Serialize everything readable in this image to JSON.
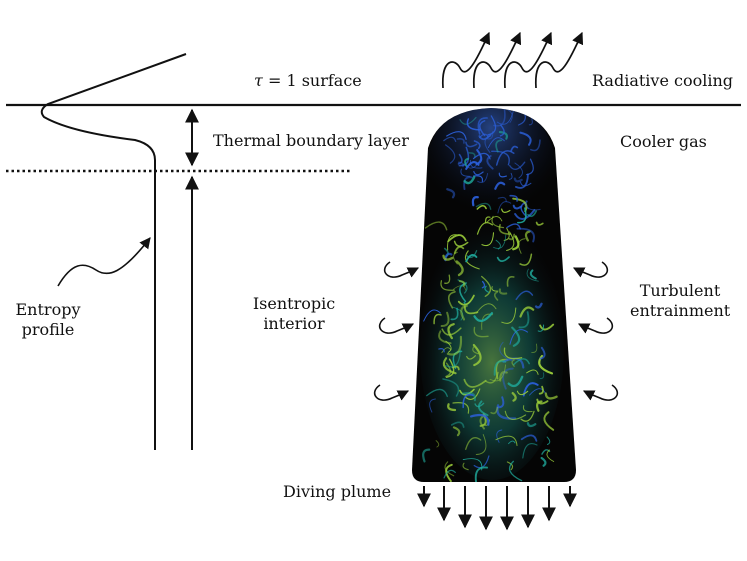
{
  "labels": {
    "tau_symbol": "τ",
    "tau_rest": "= 1  surface",
    "radiative_cooling": "Radiative cooling",
    "thermal_boundary_layer": "Thermal boundary layer",
    "cooler_gas": "Cooler gas",
    "entropy_profile_line1": "Entropy",
    "entropy_profile_line2": "profile",
    "isentropic_line1": "Isentropic",
    "isentropic_line2": "interior",
    "turbulent_line1": "Turbulent",
    "turbulent_line2": "entrainment",
    "diving_plume": "Diving plume"
  },
  "colors": {
    "ink": "#111111",
    "plume_dark": "#050505",
    "plume_blue": "#2b5fd9",
    "plume_teal": "#1fa89a",
    "plume_green": "#9ccf3a"
  }
}
